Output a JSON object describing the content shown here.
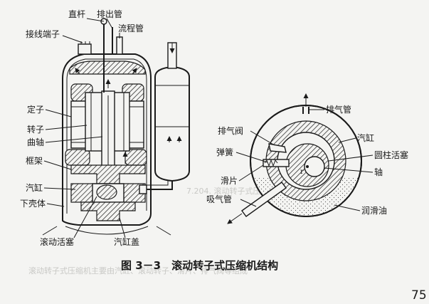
{
  "left_labels": {
    "straight_rod": "直杆",
    "discharge_pipe": "排出管",
    "terminal": "接线端子",
    "process_pipe": "流程管",
    "stator": "定子",
    "rotor": "转子",
    "crankshaft": "曲轴",
    "frame": "框架",
    "cylinder": "汽缸",
    "lower_shell": "下壳体",
    "rolling_piston": "滚动活塞",
    "cylinder_cover": "汽缸盖"
  },
  "right_labels": {
    "exhaust_pipe": "排气管",
    "exhaust_valve": "排气阀",
    "cylinder": "汽缸",
    "spring": "弹簧",
    "cylindrical_piston": "圆柱活塞",
    "slide": "滑片",
    "shaft": "轴",
    "suction_pipe": "吸气管",
    "lubricating_oil": "润滑油"
  },
  "caption": "图 3－3　滚动转子式压缩机结构",
  "page_number": "75",
  "watermark_lines": [
    "7.204. 滚动转子式压缩机的工作原理是什么?",
    "滚动转子式压缩机主要由汽缸、滚动转子、滑片、排气阀等组成"
  ]
}
